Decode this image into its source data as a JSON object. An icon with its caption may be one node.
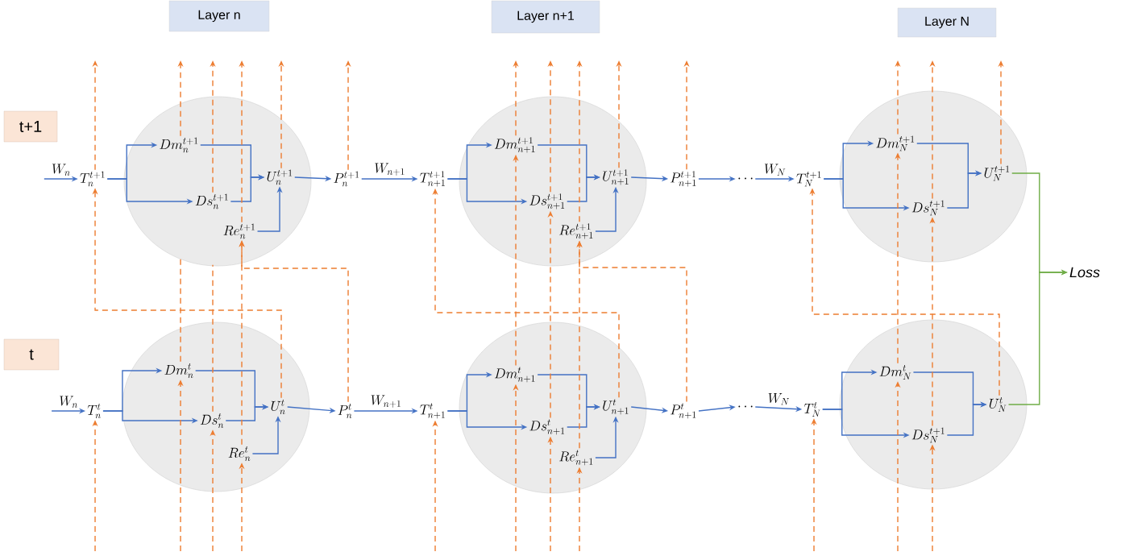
{
  "diagram": {
    "nodes": [
      {
        "text": [
          "Layer n"
        ]
      },
      {
        "text": [
          "Layer n+1"
        ]
      },
      {
        "text": [
          "Layer N"
        ]
      },
      {
        "text": [
          "t+1"
        ]
      },
      {
        "text": [
          "t"
        ]
      },
      {
        "text": [
          "T_n^{t+1}"
        ]
      },
      {
        "text": [],
        "shape": "circle"
      },
      {
        "text": [
          "Dm_n^{t+1}"
        ],
        "in": 6
      },
      {
        "text": [
          "Ds_n^{t+1}"
        ],
        "in": 6
      },
      {
        "text": [
          "Re_n^{t+1}"
        ],
        "in": 6
      },
      {
        "text": [
          "U_n^{t+1}"
        ],
        "in": 6
      },
      {
        "text": [
          "P_n^{t+1}"
        ]
      },
      {
        "text": [
          "T_{n+1}^{t+1}"
        ]
      },
      {
        "text": [],
        "shape": "circle"
      },
      {
        "text": [
          "Dm_{n+1}^{t+1}"
        ],
        "in": 13
      },
      {
        "text": [
          "Ds_{n+1}^{t+1}"
        ],
        "in": 13
      },
      {
        "text": [
          "Re_{n+1}^{t+1}"
        ],
        "in": 13
      },
      {
        "text": [
          "U_{n+1}^{t+1}"
        ],
        "in": 13
      },
      {
        "text": [
          "P_{n+1}^{t+1}"
        ]
      },
      {
        "text": [
          "\\cdots"
        ]
      },
      {
        "text": [
          "T_N^{t+1}"
        ]
      },
      {
        "text": [],
        "shape": "circle"
      },
      {
        "text": [
          "Dm_N^{t+1}"
        ],
        "in": 21
      },
      {
        "text": [
          "Ds_N^{t+1}"
        ],
        "in": 21
      },
      {
        "text": [
          "U_N^{t+1}"
        ],
        "in": 21
      },
      {
        "text": [
          "Loss"
        ]
      },
      {
        "text": [
          "T_n^t"
        ]
      },
      {
        "text": [],
        "shape": "circle"
      },
      {
        "text": [
          "Dm_n^t"
        ],
        "in": 27
      },
      {
        "text": [
          "Ds_n^t"
        ],
        "in": 27
      },
      {
        "text": [
          "Re_n^t"
        ],
        "in": 27
      },
      {
        "text": [
          "U_n^t"
        ],
        "in": 27
      },
      {
        "text": [
          "P_n^t"
        ]
      },
      {
        "text": [
          "T_{n+1}^t"
        ]
      },
      {
        "text": [],
        "shape": "circle"
      },
      {
        "text": [
          "Dm_{n+1}^t"
        ],
        "in": 34
      },
      {
        "text": [
          "Ds_{n+1}^t"
        ],
        "in": 34
      },
      {
        "text": [
          "Re_{n+1}^t"
        ],
        "in": 34
      },
      {
        "text": [
          "U_{n+1}^t"
        ],
        "in": 34
      },
      {
        "text": [
          "P_{n+1}^t"
        ]
      },
      {
        "text": [
          "\\cdots"
        ]
      },
      {
        "text": [
          "T_N^t"
        ]
      },
      {
        "text": [],
        "shape": "circle"
      },
      {
        "text": [
          "Dm_N^t"
        ],
        "in": 42
      },
      {
        "text": [
          "Ds_N^{t+1}"
        ],
        "in": 42
      },
      {
        "text": [
          "U_N^t"
        ],
        "in": 42
      }
    ],
    "edges": [
      {
        "from": null,
        "to": 5,
        "arrow": "to",
        "label": "W_n"
      },
      {
        "from": 5,
        "to": 7,
        "arrow": "to"
      },
      {
        "from": 5,
        "to": 8,
        "arrow": "to"
      },
      {
        "from": 7,
        "to": 10,
        "arrow": "to"
      },
      {
        "from": 8,
        "to": 10,
        "arrow": "to"
      },
      {
        "from": 9,
        "to": 10,
        "arrow": "to"
      },
      {
        "from": 10,
        "to": 11,
        "arrow": "to"
      },
      {
        "from": 11,
        "to": 12,
        "arrow": "to",
        "label": "W_{n+1}"
      },
      {
        "from": 12,
        "to": 14,
        "arrow": "to"
      },
      {
        "from": 12,
        "to": 15,
        "arrow": "to"
      },
      {
        "from": 14,
        "to": 17,
        "arrow": "to"
      },
      {
        "from": 15,
        "to": 17,
        "arrow": "to"
      },
      {
        "from": 16,
        "to": 17,
        "arrow": "to"
      },
      {
        "from": 17,
        "to": 18,
        "arrow": "to"
      },
      {
        "from": 18,
        "to": 19,
        "arrow": "to"
      },
      {
        "from": 19,
        "to": 20,
        "arrow": "to",
        "label": "W_N"
      },
      {
        "from": 20,
        "to": 22,
        "arrow": "to"
      },
      {
        "from": 20,
        "to": 23,
        "arrow": "to"
      },
      {
        "from": 22,
        "to": 24,
        "arrow": "to"
      },
      {
        "from": 23,
        "to": 24,
        "arrow": "to"
      },
      {
        "from": 24,
        "to": 25,
        "arrow": "to",
        "color": "#70ad47"
      },
      {
        "from": null,
        "to": 26,
        "arrow": "to",
        "label": "W_n"
      },
      {
        "from": 26,
        "to": 28,
        "arrow": "to"
      },
      {
        "from": 26,
        "to": 29,
        "arrow": "to"
      },
      {
        "from": 28,
        "to": 31,
        "arrow": "to"
      },
      {
        "from": 29,
        "to": 31,
        "arrow": "to"
      },
      {
        "from": 30,
        "to": 31,
        "arrow": "to"
      },
      {
        "from": 31,
        "to": 32,
        "arrow": "to"
      },
      {
        "from": 32,
        "to": 33,
        "arrow": "to",
        "label": "W_{n+1}"
      },
      {
        "from": 33,
        "to": 35,
        "arrow": "to"
      },
      {
        "from": 33,
        "to": 36,
        "arrow": "to"
      },
      {
        "from": 35,
        "to": 38,
        "arrow": "to"
      },
      {
        "from": 36,
        "to": 38,
        "arrow": "to"
      },
      {
        "from": 37,
        "to": 38,
        "arrow": "to"
      },
      {
        "from": 38,
        "to": 39,
        "arrow": "to"
      },
      {
        "from": 39,
        "to": 40,
        "arrow": "to"
      },
      {
        "from": 40,
        "to": 41,
        "arrow": "to",
        "label": "W_N"
      },
      {
        "from": 41,
        "to": 43,
        "arrow": "to"
      },
      {
        "from": 41,
        "to": 44,
        "arrow": "to"
      },
      {
        "from": 43,
        "to": 45,
        "arrow": "to"
      },
      {
        "from": 44,
        "to": 45,
        "arrow": "to"
      },
      {
        "from": 45,
        "to": 25,
        "arrow": "to",
        "color": "#70ad47"
      },
      {
        "from": 5,
        "to": null,
        "arrow": "to",
        "style": "dashed",
        "color": "#ed7d31"
      },
      {
        "from": 7,
        "to": null,
        "arrow": "to",
        "style": "dashed",
        "color": "#ed7d31"
      },
      {
        "from": 8,
        "to": null,
        "arrow": "to",
        "style": "dashed",
        "color": "#ed7d31"
      },
      {
        "from": 9,
        "to": null,
        "arrow": "to",
        "style": "dashed",
        "color": "#ed7d31"
      },
      {
        "from": 10,
        "to": null,
        "arrow": "to",
        "style": "dashed",
        "color": "#ed7d31"
      },
      {
        "from": 11,
        "to": null,
        "arrow": "to",
        "style": "dashed",
        "color": "#ed7d31"
      },
      {
        "from": 14,
        "to": null,
        "arrow": "to",
        "style": "dashed",
        "color": "#ed7d31"
      },
      {
        "from": 15,
        "to": null,
        "arrow": "to",
        "style": "dashed",
        "color": "#ed7d31"
      },
      {
        "from": 16,
        "to": null,
        "arrow": "to",
        "style": "dashed",
        "color": "#ed7d31"
      },
      {
        "from": 17,
        "to": null,
        "arrow": "to",
        "style": "dashed",
        "color": "#ed7d31"
      },
      {
        "from": 18,
        "to": null,
        "arrow": "to",
        "style": "dashed",
        "color": "#ed7d31"
      },
      {
        "from": 22,
        "to": null,
        "arrow": "to",
        "style": "dashed",
        "color": "#ed7d31"
      },
      {
        "from": 23,
        "to": null,
        "arrow": "to",
        "style": "dashed",
        "color": "#ed7d31"
      },
      {
        "from": 24,
        "to": null,
        "arrow": "to",
        "style": "dashed",
        "color": "#ed7d31"
      },
      {
        "from": 31,
        "to": 5,
        "arrow": "to",
        "style": "dashed",
        "color": "#ed7d31"
      },
      {
        "from": 32,
        "to": 9,
        "arrow": "to",
        "style": "dashed",
        "color": "#ed7d31"
      },
      {
        "from": 30,
        "to": 9,
        "arrow": "to",
        "style": "dashed",
        "color": "#ed7d31"
      },
      {
        "from": 28,
        "to": 6,
        "arrow": "none",
        "style": "dashed",
        "color": "#ed7d31"
      },
      {
        "from": 29,
        "to": 6,
        "arrow": "none",
        "style": "dashed",
        "color": "#ed7d31"
      },
      {
        "from": 38,
        "to": 12,
        "arrow": "to",
        "style": "dashed",
        "color": "#ed7d31"
      },
      {
        "from": 39,
        "to": 16,
        "arrow": "to",
        "style": "dashed",
        "color": "#ed7d31"
      },
      {
        "from": 37,
        "to": 16,
        "arrow": "to",
        "style": "dashed",
        "color": "#ed7d31"
      },
      {
        "from": 35,
        "to": 14,
        "arrow": "to",
        "style": "dashed",
        "color": "#ed7d31"
      },
      {
        "from": 36,
        "to": 15,
        "arrow": "to",
        "style": "dashed",
        "color": "#ed7d31"
      },
      {
        "from": 45,
        "to": 20,
        "arrow": "to",
        "style": "dashed",
        "color": "#ed7d31"
      },
      {
        "from": 43,
        "to": 22,
        "arrow": "to",
        "style": "dashed",
        "color": "#ed7d31"
      },
      {
        "from": 44,
        "to": 23,
        "arrow": "to",
        "style": "dashed",
        "color": "#ed7d31"
      },
      {
        "from": null,
        "to": 26,
        "arrow": "to",
        "style": "dashed",
        "color": "#ed7d31"
      },
      {
        "from": null,
        "to": 28,
        "arrow": "to",
        "style": "dashed",
        "color": "#ed7d31"
      },
      {
        "from": null,
        "to": 29,
        "arrow": "to",
        "style": "dashed",
        "color": "#ed7d31"
      },
      {
        "from": null,
        "to": 30,
        "arrow": "to",
        "style": "dashed",
        "color": "#ed7d31"
      },
      {
        "from": null,
        "to": 33,
        "arrow": "to",
        "style": "dashed",
        "color": "#ed7d31"
      },
      {
        "from": null,
        "to": 35,
        "arrow": "to",
        "style": "dashed",
        "color": "#ed7d31"
      },
      {
        "from": null,
        "to": 36,
        "arrow": "to",
        "style": "dashed",
        "color": "#ed7d31"
      },
      {
        "from": null,
        "to": 37,
        "arrow": "to",
        "style": "dashed",
        "color": "#ed7d31"
      },
      {
        "from": null,
        "to": 41,
        "arrow": "to",
        "style": "dashed",
        "color": "#ed7d31"
      },
      {
        "from": null,
        "to": 43,
        "arrow": "to",
        "style": "dashed",
        "color": "#ed7d31"
      },
      {
        "from": null,
        "to": 44,
        "arrow": "to",
        "style": "dashed",
        "color": "#ed7d31"
      }
    ]
  }
}
